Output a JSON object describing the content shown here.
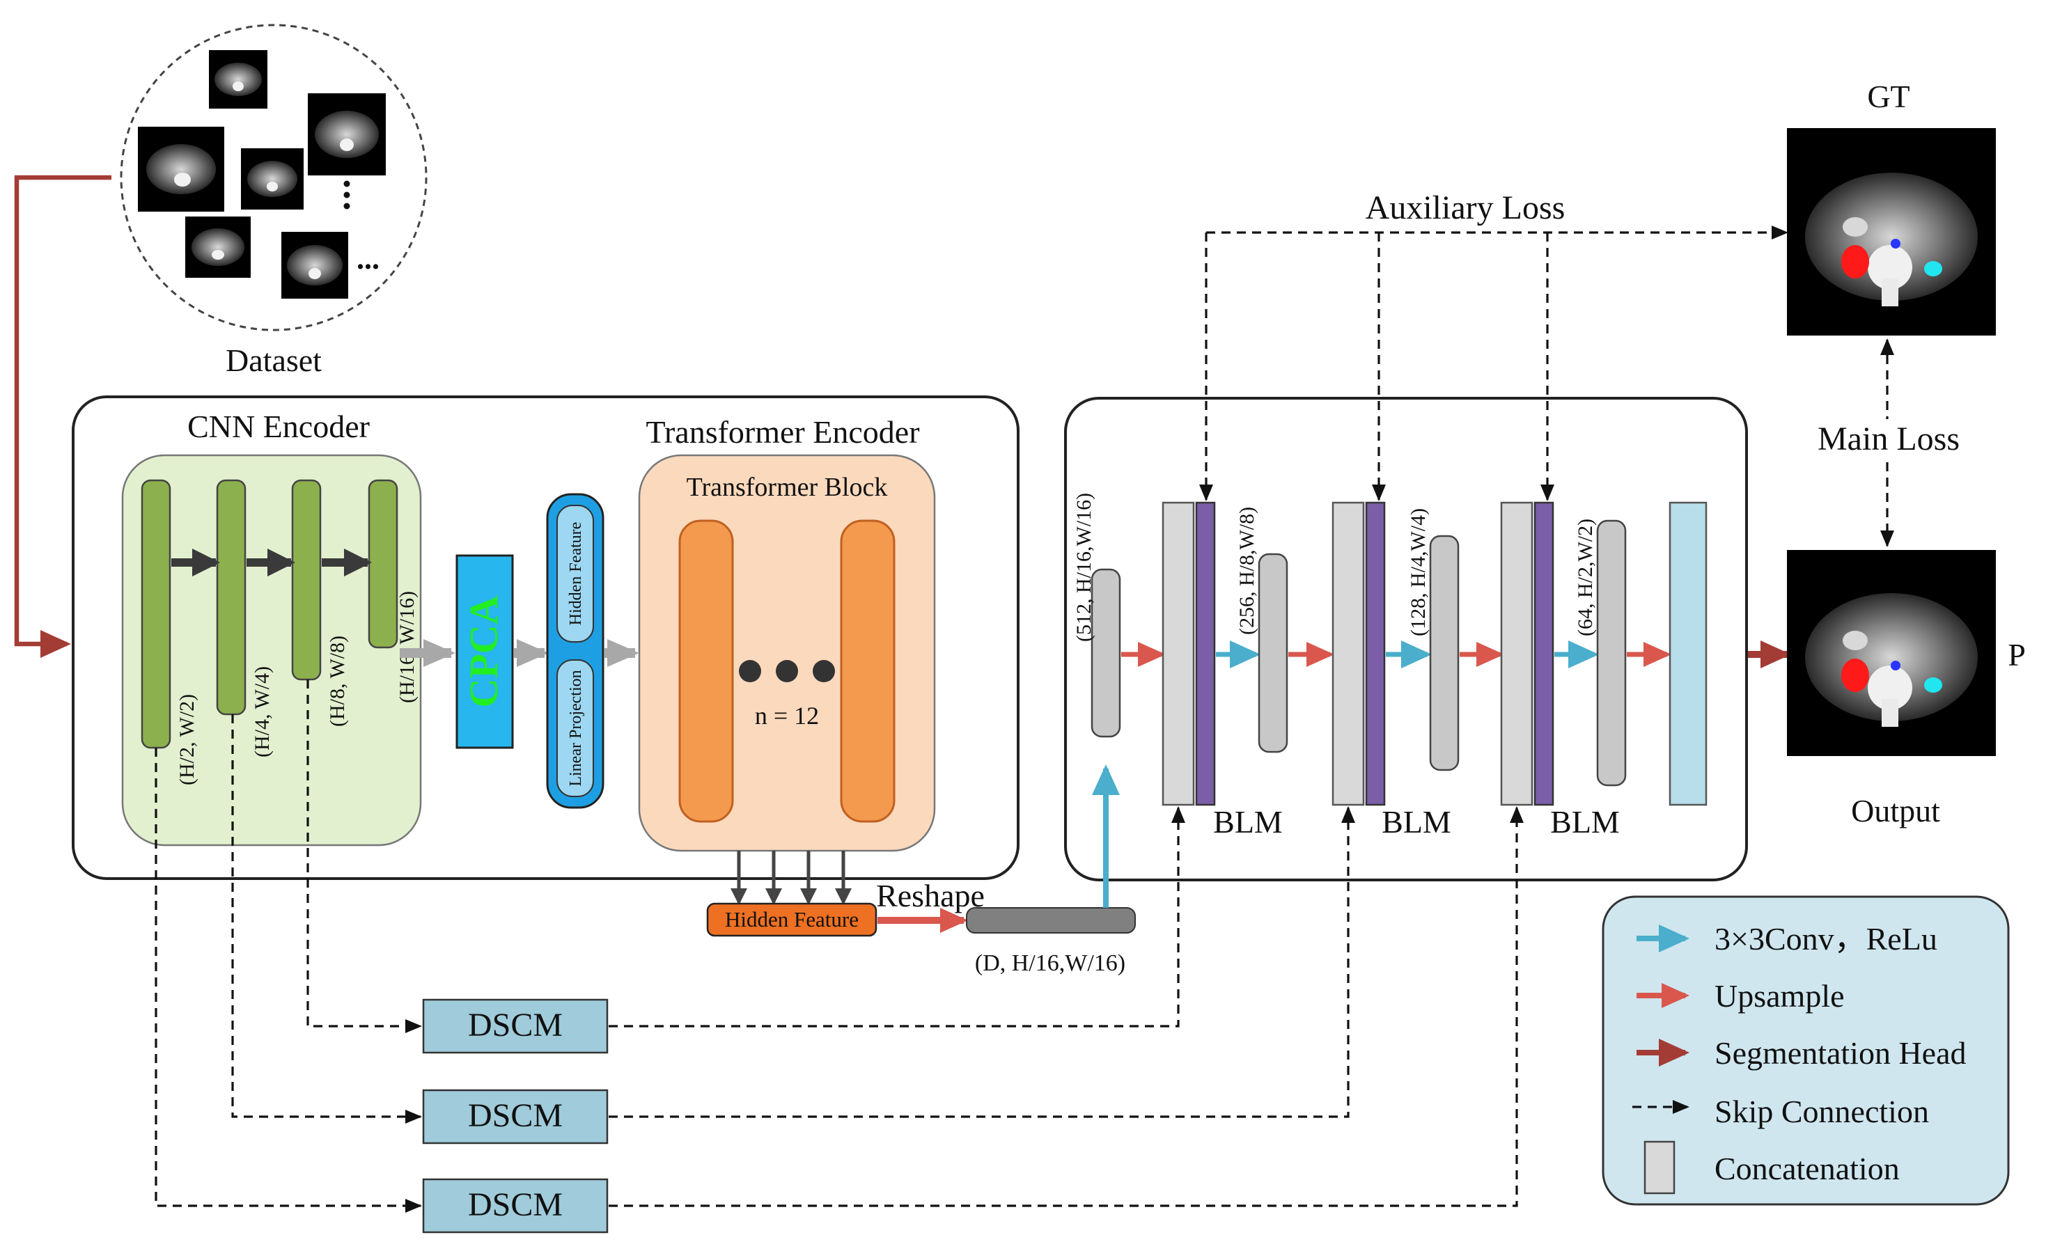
{
  "dataset": {
    "label": "Dataset",
    "more": "..."
  },
  "cnn_encoder": {
    "title": "CNN Encoder",
    "stage_labels": [
      "(H/2,  W/2)",
      "(H/4,  W/4)",
      "(H/8,  W/8)",
      "(H/16, W/16)"
    ]
  },
  "cpca": {
    "label": "CPCA"
  },
  "projection": {
    "top": "Hidden Feature",
    "bottom": "Linear Projection"
  },
  "transformer_encoder": {
    "title": "Transformer Encoder",
    "block": "Transformer Block",
    "repeat": "n = 12"
  },
  "hidden_feature": {
    "label": "Hidden Feature"
  },
  "reshape": {
    "label": "Reshape",
    "shape": "(D,  H/16,W/16)"
  },
  "decoder": {
    "input_shape": "(512,  H/16,W/16)",
    "stages": [
      {
        "shape": "(256,  H/8,W/8)",
        "label": "BLM"
      },
      {
        "shape": "(128,  H/4,W/4)",
        "label": "BLM"
      },
      {
        "shape": "(64,  H/2,W/2)",
        "label": "BLM"
      }
    ]
  },
  "dscm": [
    "DSCM",
    "DSCM",
    "DSCM"
  ],
  "losses": {
    "auxiliary": "Auxiliary Loss",
    "main": "Main Loss"
  },
  "gt": {
    "label": "GT"
  },
  "output": {
    "label": "Output",
    "side": "P"
  },
  "legend": [
    {
      "kind": "conv-arrow",
      "label": "3×3Conv，ReLu"
    },
    {
      "kind": "upsample-arrow",
      "label": "Upsample"
    },
    {
      "kind": "seg-arrow",
      "label": "Segmentation Head"
    },
    {
      "kind": "skip-arrow",
      "label": "Skip Connection"
    },
    {
      "kind": "concat-box",
      "label": "Concatenation"
    }
  ],
  "colors": {
    "cnn_bg": "#e2f0cf",
    "cnn_bar": "#8db04e",
    "cpca": "#27b6ee",
    "cpca_text": "#22ee22",
    "projection": "#1e9fe3",
    "transformer_bg": "#fbd9bd",
    "transformer_block": "#f49a4f",
    "hidden_feature": "#ee7022",
    "purple": "#7a5ea8",
    "concat": "#d9d9d9",
    "conv_arrow": "#4aaecc",
    "upsample_arrow": "#d9574d",
    "seg_arrow": "#a43c36",
    "legend_bg": "#cfe6ef",
    "head": "#b7deea"
  }
}
